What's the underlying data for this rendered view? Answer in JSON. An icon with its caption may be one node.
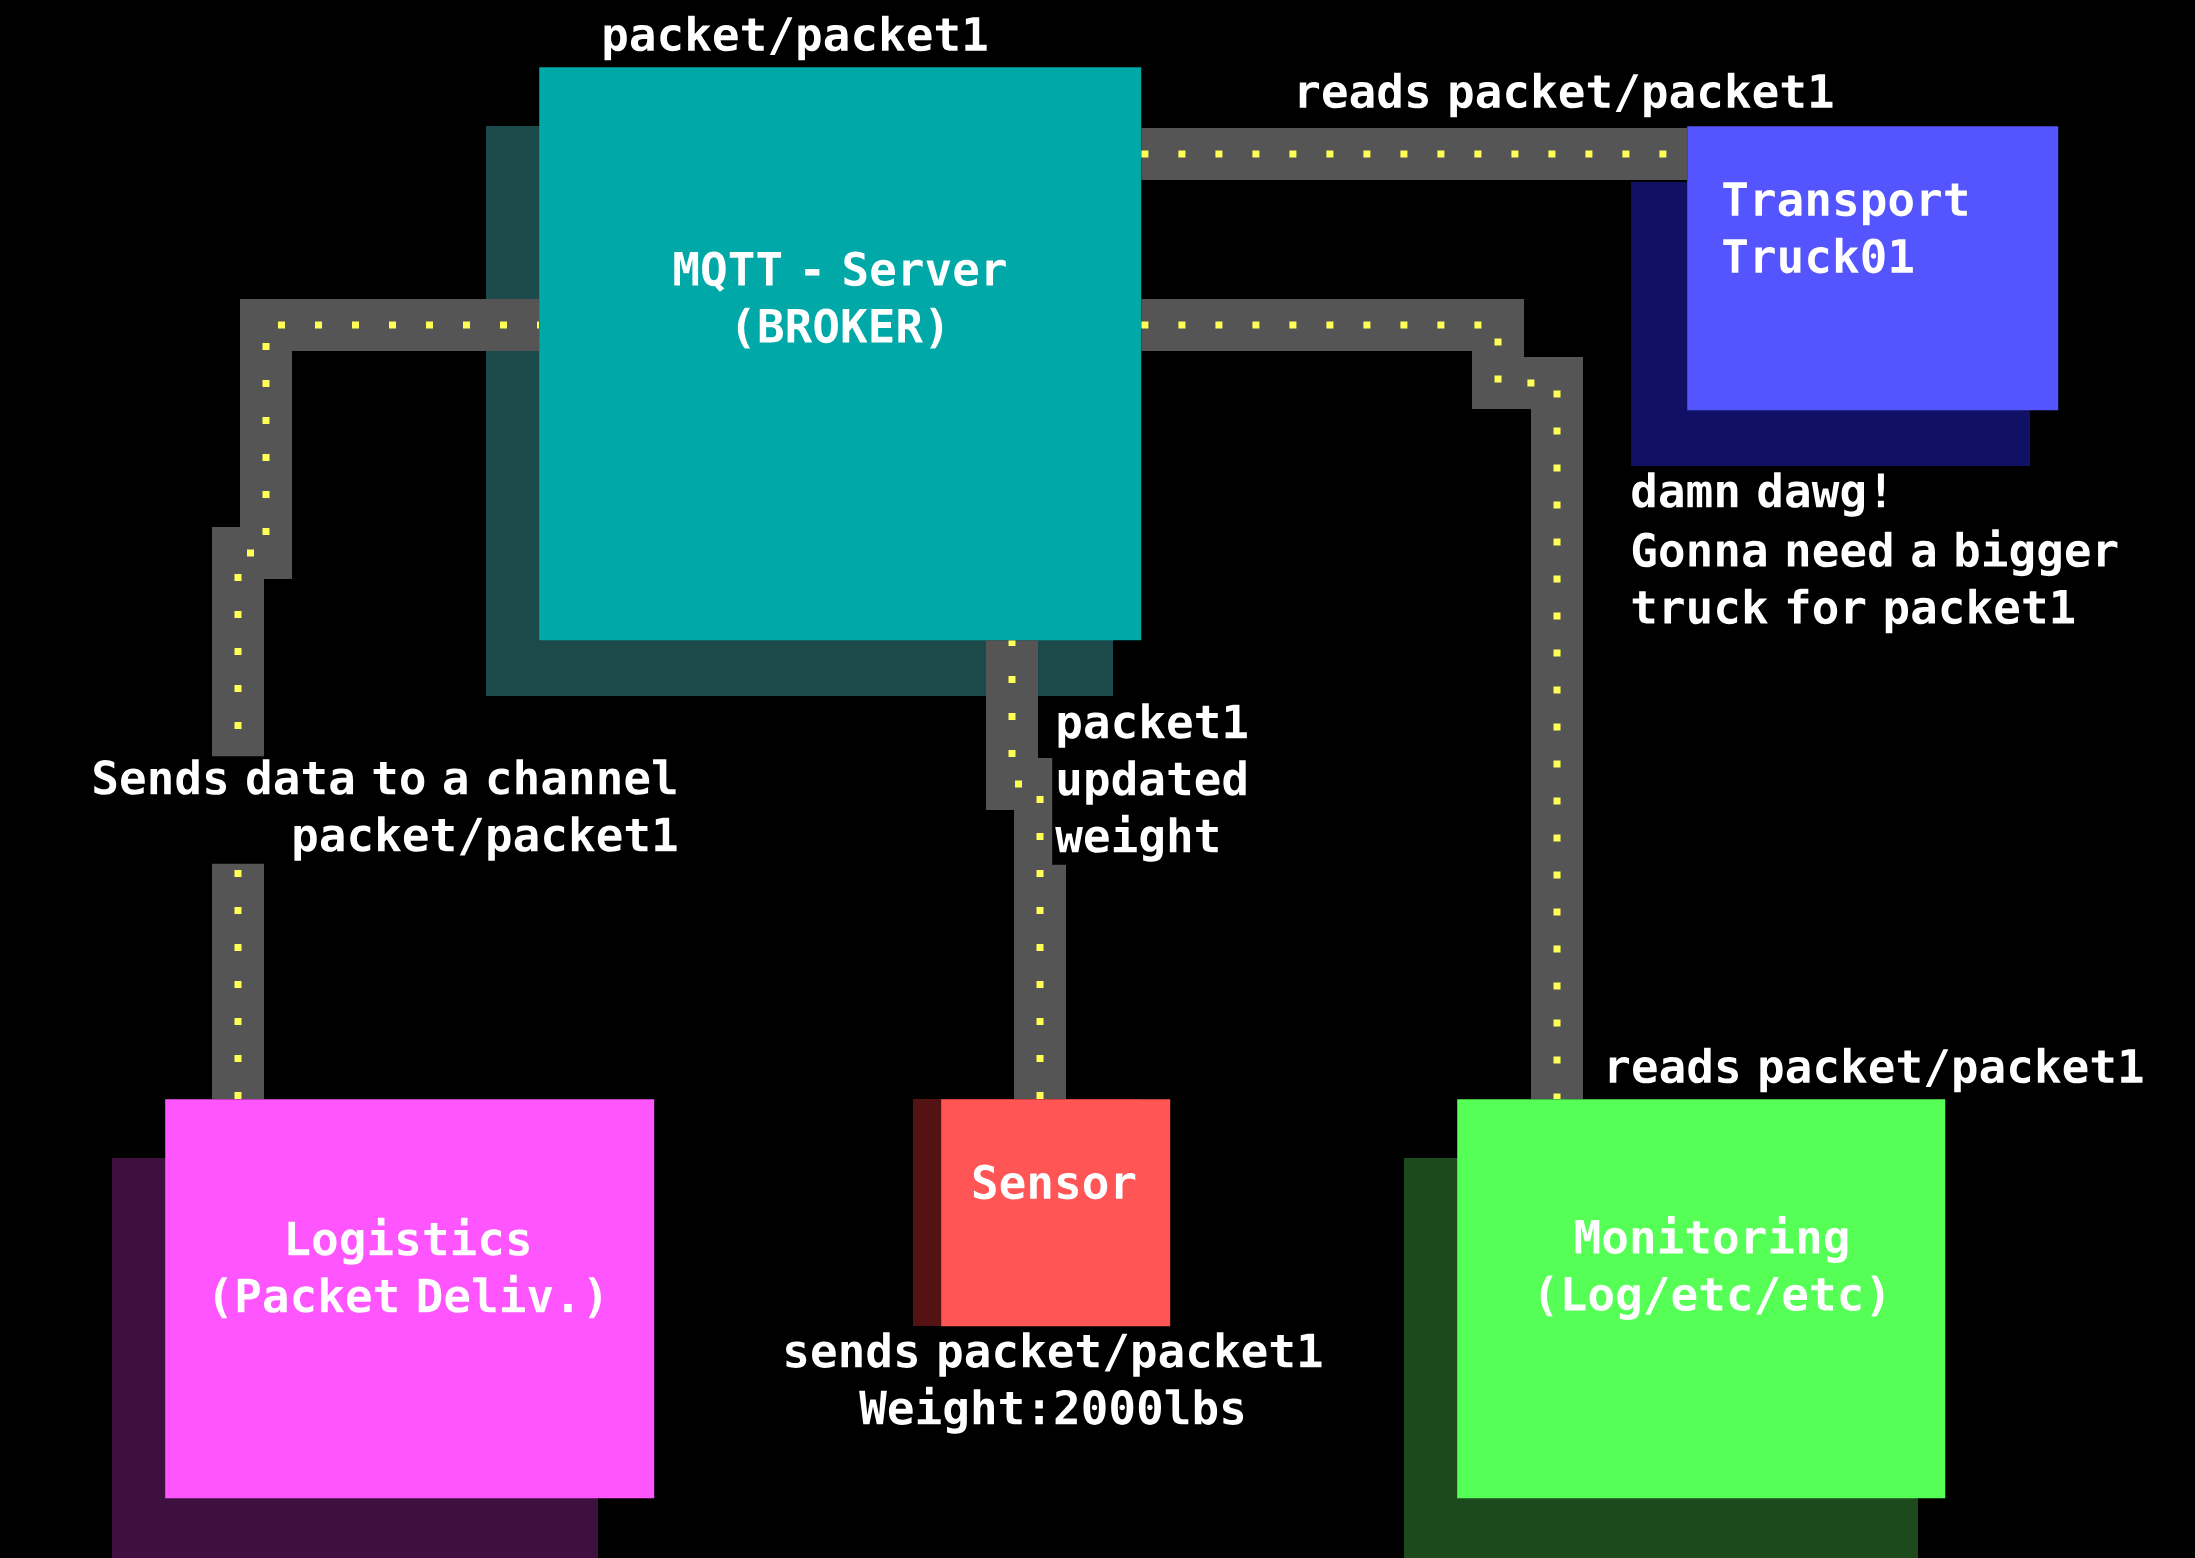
{
  "diagram": {
    "nodes": [
      {
        "text": [
          "packet/packet1",
          "MQTT - Server (BROKER)"
        ]
      },
      {
        "text": [
          "Transport Truck01"
        ],
        "beside": [
          "damn dawg!",
          "Gonna need a bigger truck for packet1"
        ]
      },
      {
        "text": [
          "Logistics (Packet Deliv.)"
        ]
      },
      {
        "text": [
          "Sensor"
        ],
        "beside": [
          "sends packet/packet1 Weight:2000lbs"
        ]
      },
      {
        "text": [
          "Monitoring (Log/etc/etc)"
        ]
      }
    ],
    "edges": [
      {
        "from": 0,
        "to": 1,
        "arrow": "none",
        "label": "reads packet/packet1"
      },
      {
        "from": 2,
        "to": 0,
        "arrow": "none",
        "label": "Sends data to a channel packet/packet1"
      },
      {
        "from": 3,
        "to": 0,
        "arrow": "none",
        "label": "packet1 updated weight"
      },
      {
        "from": 0,
        "to": 4,
        "arrow": "none",
        "label": "reads packet/packet1"
      }
    ]
  }
}
